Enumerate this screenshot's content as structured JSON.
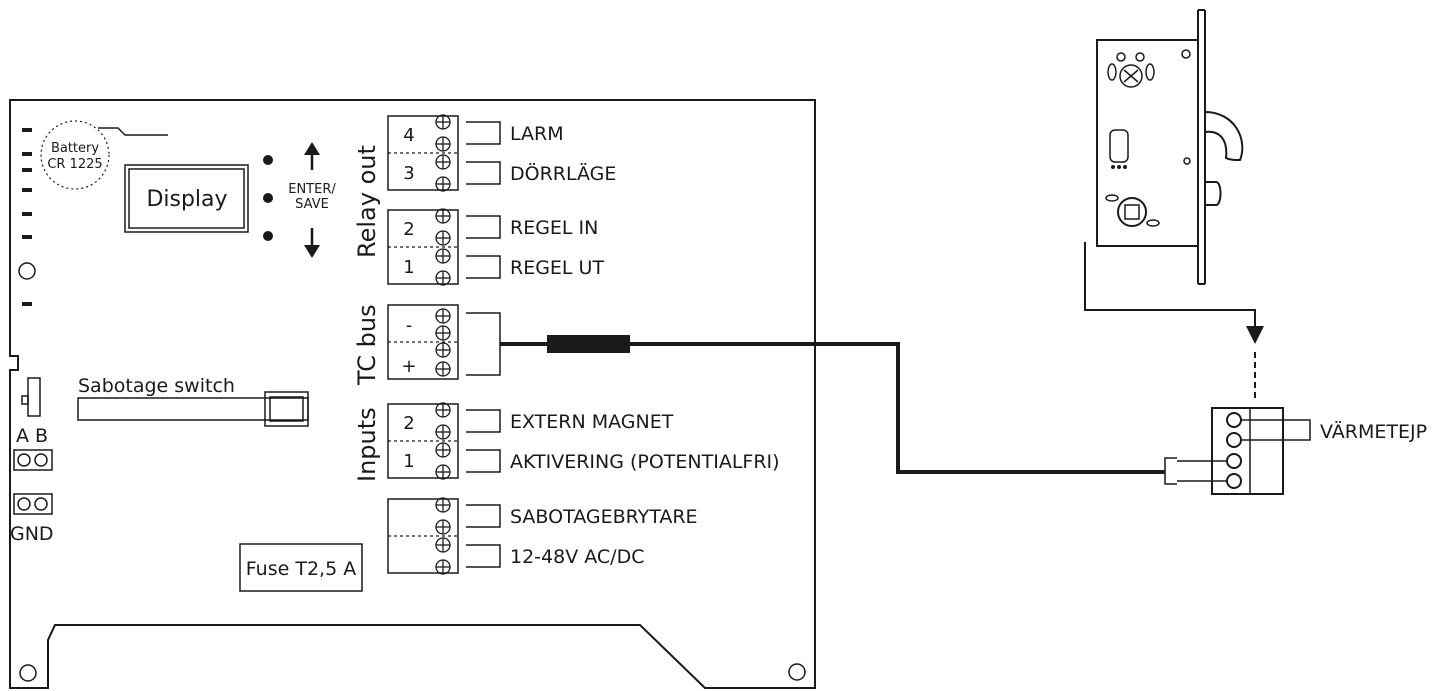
{
  "board": {
    "battery_line1": "Battery",
    "battery_line2": "CR 1225",
    "display_label": "Display",
    "enter_label_line1": "ENTER/",
    "enter_label_line2": "SAVE",
    "sabotage_switch_label": "Sabotage switch",
    "ab_label": "A B",
    "gnd_label": "GND",
    "fuse_label": "Fuse T2,5 A"
  },
  "groups": {
    "relay_out": "Relay out",
    "tc_bus": "TC bus",
    "inputs": "Inputs"
  },
  "terminals": {
    "relay_4": "4",
    "relay_3": "3",
    "relay_2": "2",
    "relay_1": "1",
    "tc_minus": "-",
    "tc_plus": "+",
    "input_2": "2",
    "input_1": "1"
  },
  "connections": {
    "larm": "LARM",
    "dorrlage": "DÖRRLÄGE",
    "regel_in": "REGEL IN",
    "regel_ut": "REGEL UT",
    "extern_magnet": "EXTERN MAGNET",
    "aktivering": "AKTIVERING (POTENTIALFRI)",
    "sabotagebrytare": "SABOTAGEBRYTARE",
    "power": "12-48V AC/DC"
  },
  "lock": {
    "varmetejp_label": "VÄRMETEJP"
  }
}
